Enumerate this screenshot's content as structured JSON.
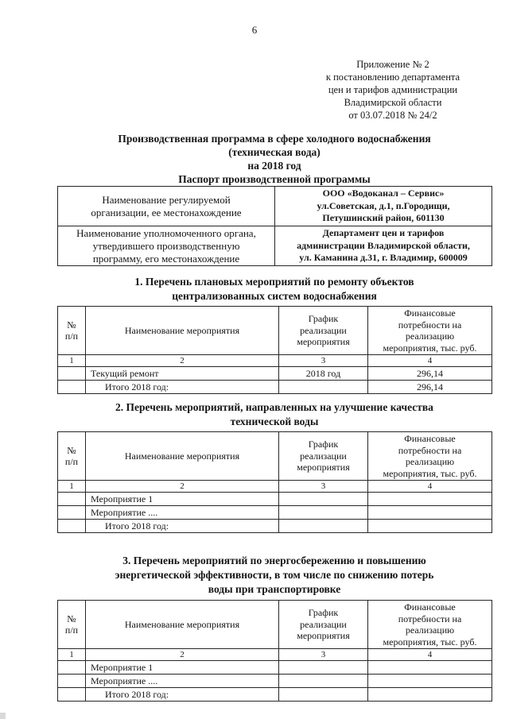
{
  "page_number": "6",
  "appendix": {
    "lines": [
      "Приложение № 2",
      "к постановлению департамента",
      "цен и тарифов администрации",
      "Владимирской области",
      "от 03.07.2018 № 24/2"
    ]
  },
  "title": {
    "lines": [
      "Производственная программа в сфере холодного водоснабжения",
      "(техническая вода)",
      "на 2018 год"
    ],
    "subtitle": "Паспорт производственной программы"
  },
  "passport_table": {
    "rows": [
      {
        "label_lines": [
          "Наименование регулируемой",
          "организации, ее местонахождение"
        ],
        "value_lines": [
          "ООО «Водоканал – Сервис»",
          "ул.Советская, д.1, п.Городищи,",
          "Петушинский район, 601130"
        ]
      },
      {
        "label_lines": [
          "Наименование уполномоченного органа,",
          "утвердившего производственную",
          "программу, его местонахождение"
        ],
        "value_lines": [
          "Департамент цен и тарифов",
          "администрации Владимирской области,",
          "ул. Каманина д.31, г. Владимир, 600009"
        ]
      }
    ]
  },
  "measures_header": {
    "col1_lines": [
      "№",
      "п/п"
    ],
    "col2": "Наименование мероприятия",
    "col3_lines": [
      "График",
      "реализации",
      "мероприятия"
    ],
    "col4_lines": [
      "Финансовые",
      "потребности на",
      "реализацию",
      "мероприятия, тыс. руб."
    ],
    "number_row": [
      "1",
      "2",
      "3",
      "4"
    ]
  },
  "section1": {
    "heading_lines": [
      "1.  Перечень плановых мероприятий по ремонту объектов",
      "централизованных систем водоснабжения"
    ],
    "rows": [
      {
        "num": "",
        "name": "Текущий ремонт",
        "schedule": "2018 год",
        "finance": "296,14"
      },
      {
        "num": "",
        "name": "Итого 2018 год:",
        "schedule": "",
        "finance": "296,14"
      }
    ]
  },
  "section2": {
    "heading_lines": [
      "2. Перечень мероприятий, направленных на улучшение качества",
      "технической воды"
    ],
    "rows": [
      {
        "num": "",
        "name": "Мероприятие 1",
        "schedule": "",
        "finance": ""
      },
      {
        "num": "",
        "name": "Мероприятие ....",
        "schedule": "",
        "finance": ""
      },
      {
        "num": "",
        "name": "Итого 2018 год:",
        "schedule": "",
        "finance": ""
      }
    ]
  },
  "section3": {
    "heading_lines": [
      "3. Перечень мероприятий по энергосбережению и повышению",
      "энергетической эффективности, в том числе по снижению потерь",
      "воды при транспортировке"
    ],
    "rows": [
      {
        "num": "",
        "name": "Мероприятие 1",
        "schedule": "",
        "finance": ""
      },
      {
        "num": "",
        "name": "Мероприятие ....",
        "schedule": "",
        "finance": ""
      },
      {
        "num": "",
        "name": "Итого 2018 год:",
        "schedule": "",
        "finance": ""
      }
    ]
  }
}
